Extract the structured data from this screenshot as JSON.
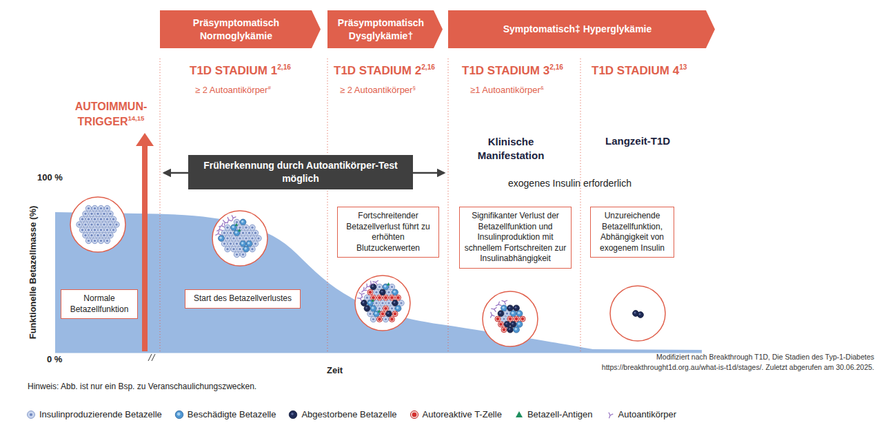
{
  "diagram": {
    "nodes": [
      {
        "text": [
          "Präsymptomatisch Normoglykämie"
        ]
      },
      {
        "text": [
          "Präsymptomatisch Dysglykämie†"
        ]
      },
      {
        "text": [
          "Symptomatisch‡ Hyperglykämie"
        ]
      },
      {
        "text": [
          "Früherkennung durch Autoantikörper-Test möglich"
        ]
      },
      {
        "text": [
          "Normale Betazellfunktion"
        ]
      },
      {
        "text": [
          "Start des Betazellverlustes"
        ]
      },
      {
        "text": [
          "Fortschreitender Betazellverlust führt zu erhöhten Blutzuckerwerten"
        ]
      },
      {
        "text": [
          "Signifikanter Verlust der Betazellfunktion und Insulinproduktion mit schnellem Fortschreiten zur Insulinabhängigkeit"
        ]
      },
      {
        "text": [
          "Unzureichende Betazellfunktion, Abhängigkeit von exogenem Insulin"
        ]
      }
    ],
    "edges": [],
    "labels": [
      "AUTOIMMUN-TRIGGER",
      "14,15",
      "T1D STADIUM 1",
      "2,16",
      "≥ 2 Autoantikörper",
      "#",
      "T1D STADIUM 2",
      "2,16",
      "≥ 2 Autoantikörper",
      "§",
      "T1D STADIUM 3",
      "2,16",
      "≥1 Autoantikörper",
      "&",
      "T1D STADIUM 4",
      "13",
      "Klinische Manifestation",
      "Langzeit-T1D",
      "exogenes Insulin erforderlich",
      "100 %",
      "Funktionelle Betazellmasse (%)",
      "0 %",
      "Zeit",
      "Hinweis: Abb. ist nur ein Bsp. zu Veranschaulichungszwecken.",
      "Modifiziert nach Breakthrough T1D, Die Stadien des Typ-1-Diabetes https://breakthrought1d.org.au/what-is-t1d/stages/. Zuletzt abgerufen am 30.06.2025."
    ],
    "legend": [
      {
        "text": "Insulinproduzierende Betazelle"
      },
      {
        "text": "Beschädigte Betazelle"
      },
      {
        "text": "Abgestorbene Betazelle"
      },
      {
        "text": "Autoreaktive T-Zelle"
      },
      {
        "text": "Betazell-Antigen"
      },
      {
        "text": "Autoantikörper"
      }
    ]
  }
}
